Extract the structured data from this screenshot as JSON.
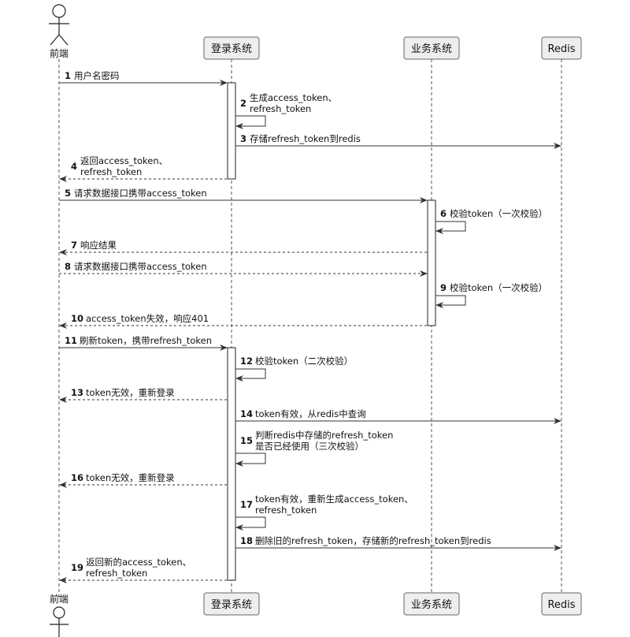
{
  "participants": {
    "frontend": "前端",
    "login": "登录系统",
    "business": "业务系统",
    "redis": "Redis"
  },
  "messages": [
    {
      "num": "1",
      "lines": [
        "用户名密码"
      ]
    },
    {
      "num": "2",
      "lines": [
        "生成access_token、",
        "refresh_token"
      ]
    },
    {
      "num": "3",
      "lines": [
        "存储refresh_token到redis"
      ]
    },
    {
      "num": "4",
      "lines": [
        "返回access_token、",
        "refresh_token"
      ]
    },
    {
      "num": "5",
      "lines": [
        "请求数据接口携带access_token"
      ]
    },
    {
      "num": "6",
      "lines": [
        "校验token（一次校验）"
      ]
    },
    {
      "num": "7",
      "lines": [
        "响应结果"
      ]
    },
    {
      "num": "8",
      "lines": [
        "请求数据接口携带access_token"
      ]
    },
    {
      "num": "9",
      "lines": [
        "校验token（一次校验）"
      ]
    },
    {
      "num": "10",
      "lines": [
        "access_token失效，响应401"
      ]
    },
    {
      "num": "11",
      "lines": [
        "刷新token，携带refresh_token"
      ]
    },
    {
      "num": "12",
      "lines": [
        "校验token（二次校验）"
      ]
    },
    {
      "num": "13",
      "lines": [
        "token无效，重新登录"
      ]
    },
    {
      "num": "14",
      "lines": [
        "token有效，从redis中查询"
      ]
    },
    {
      "num": "15",
      "lines": [
        "判断redis中存储的refresh_token",
        "是否已经使用（三次校验）"
      ]
    },
    {
      "num": "16",
      "lines": [
        "token无效，重新登录"
      ]
    },
    {
      "num": "17",
      "lines": [
        "token有效，重新生成access_token、",
        "refresh_token"
      ]
    },
    {
      "num": "18",
      "lines": [
        "删除旧的refresh_token，存储新的refresh_token到redis"
      ]
    },
    {
      "num": "19",
      "lines": [
        "返回新的access_token、",
        "refresh_token"
      ]
    }
  ]
}
